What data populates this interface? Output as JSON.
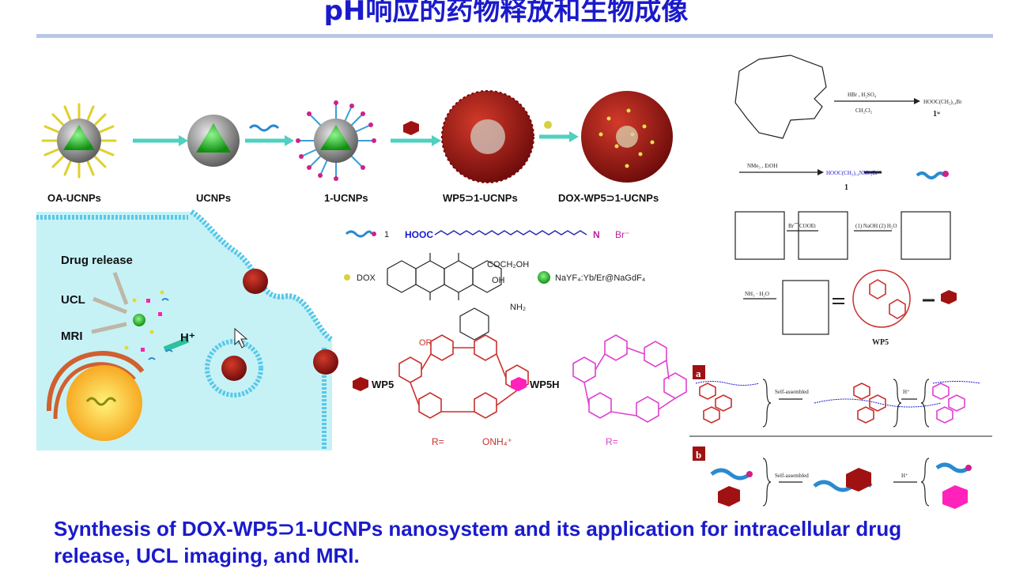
{
  "slide": {
    "title": "pH响应的药物释放和生物成像",
    "caption": "Synthesis of DOX-WP5⊃1-UCNPs nanosystem and its application for intracellular drug release, UCL imaging, and MRI."
  },
  "synthesis": {
    "stages": [
      "OA-UCNPs",
      "UCNPs",
      "1-UCNPs",
      "WP5⊃1-UCNPs",
      "DOX-WP5⊃1-UCNPs"
    ]
  },
  "cell": {
    "labels": [
      "Drug release",
      "UCL",
      "MRI"
    ],
    "proton": "H⁺"
  },
  "legend": {
    "guest_num": "1",
    "guest_formula": "HOOC",
    "dox": "DOX",
    "nanoparticle": "NaYF₄:Yb/Er@NaGdF₄",
    "coch2oh": "COCH₂OH",
    "oh": "OH",
    "nh2": "NH₂",
    "or": "OR",
    "wp5": "WP5",
    "wp5h": "WP5H",
    "r_eq": "R=",
    "onh4": "ONH₄⁺",
    "br": "Br⁻"
  },
  "scheme": {
    "reagent1": "HBr , H₂SO₄",
    "solvent1": "CH₂Cl₂",
    "product1": "HOOC(CH₂)₁₄Br",
    "label1": "1ʷ",
    "reagent2": "NMe₃ , EtOH",
    "product2": "HOOC(CH₂)₁₄NMe₃Br",
    "label2": "1",
    "reagent3": "Br⌒COOEt",
    "reagent4": "(1) NaOH (2) H₂O",
    "reagent5": "NH₃ · H₂O",
    "wp5_label": "WP5",
    "panel_a": "a",
    "panel_b": "b",
    "self_assembled": "Self-assembled",
    "h_plus": "H⁺"
  },
  "colors": {
    "title": "#1a1acc",
    "cyan_bg": "#bff0f5",
    "membrane": "#58c8e8",
    "wp5_red": "#a01212",
    "wp5h_pink": "#ff22bb",
    "core_green": "#2ec82e"
  }
}
